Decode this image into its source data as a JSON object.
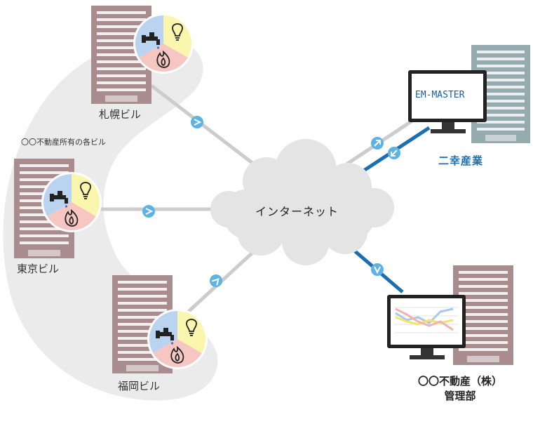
{
  "buildings": [
    {
      "id": "sapporo",
      "label": "札幌ビル"
    },
    {
      "id": "tokyo",
      "label": "東京ビル"
    },
    {
      "id": "fukuoka",
      "label": "福岡ビル"
    }
  ],
  "group_label": "〇〇不動産所有の各ビル",
  "internet_label": "インターネット",
  "vendor": {
    "label": "二幸産業",
    "screen_text": "EM-MASTER"
  },
  "management": {
    "line1": "〇〇不動産（株）",
    "line2": "管理部"
  },
  "utility_icons": [
    "water-faucet-icon",
    "light-bulb-icon",
    "gas-flame-icon"
  ],
  "colors": {
    "building_brown": "#a98c8e",
    "building_slate": "#96abaf",
    "region_gray": "#ebebeb",
    "cloud_gray": "#e4e4e4",
    "link_gray": "#cccccc",
    "link_blue": "#1a6fb0",
    "arrow_badge": "#5db3e6",
    "water_sector": "#b9d3f1",
    "light_sector": "#fbf6ad",
    "gas_sector": "#f6c6c2"
  }
}
